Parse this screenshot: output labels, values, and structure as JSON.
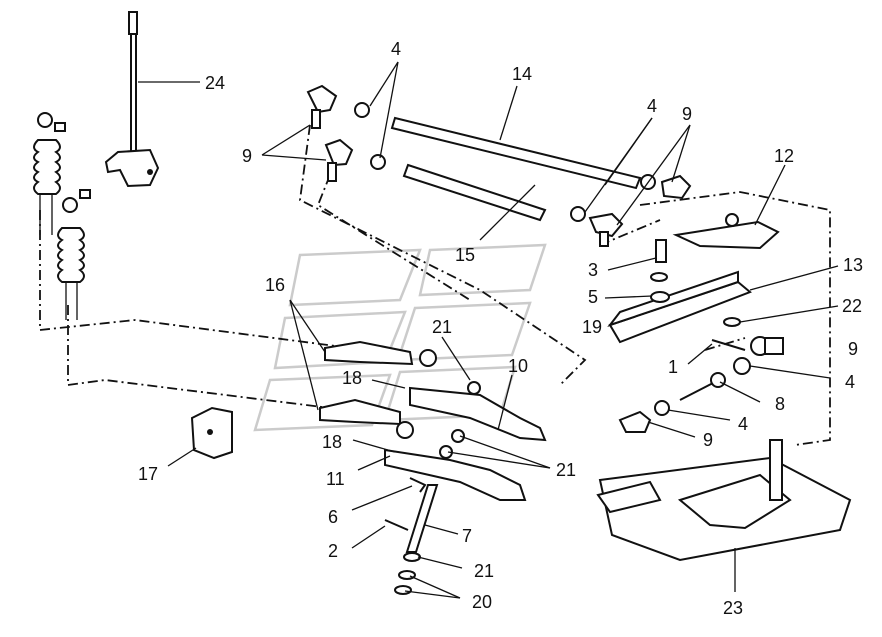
{
  "labels": {
    "l1": "1",
    "l2": "2",
    "l3": "3",
    "l4a": "4",
    "l4b": "4",
    "l4c": "4",
    "l4d": "4",
    "l5": "5",
    "l6": "6",
    "l7": "7",
    "l8": "8",
    "l9a": "9",
    "l9b": "9",
    "l9c": "9",
    "l9d": "9",
    "l10": "10",
    "l11": "11",
    "l12": "12",
    "l13": "13",
    "l14": "14",
    "l15": "15",
    "l16": "16",
    "l17": "17",
    "l18a": "18",
    "l18b": "18",
    "l19": "19",
    "l20": "20",
    "l21a": "21",
    "l21b": "21",
    "l21c": "21",
    "l22": "22",
    "l23": "23",
    "l24": "24"
  }
}
